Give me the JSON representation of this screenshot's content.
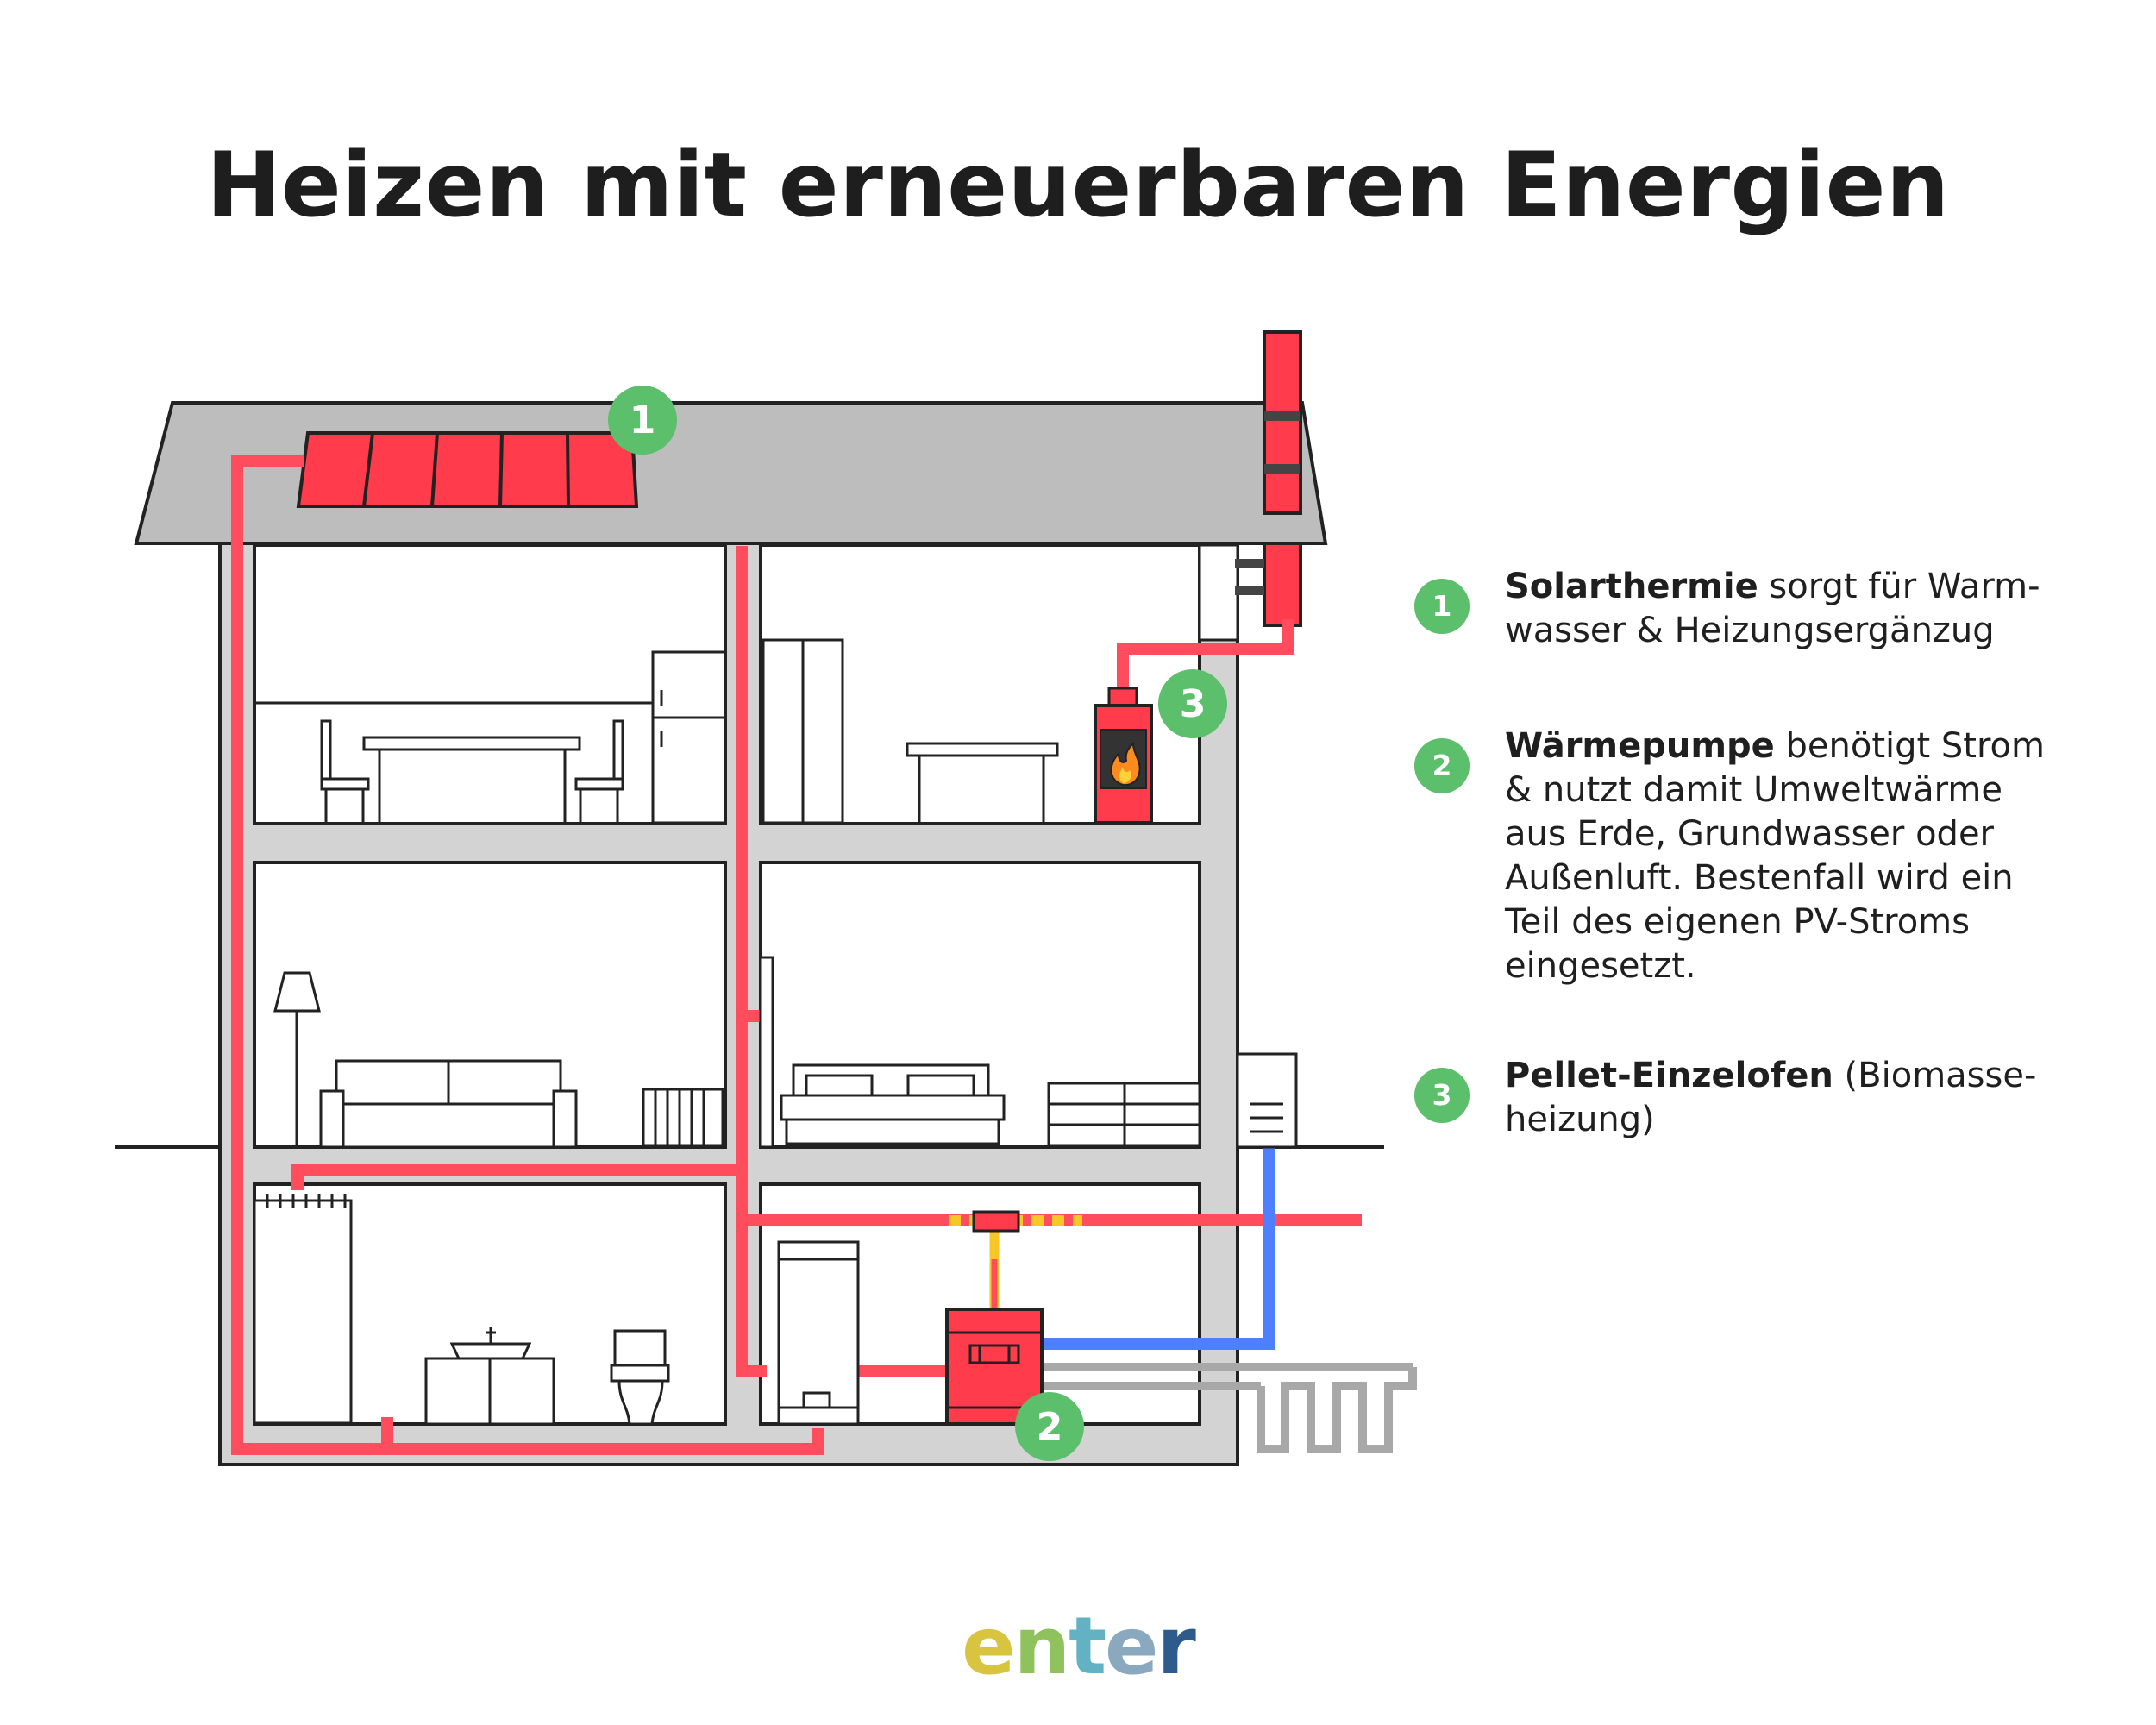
{
  "title": "Heizen mit erneuerbaren Energien",
  "colors": {
    "heat_pipe": "#ff4d5e",
    "device_red": "#ff3b4c",
    "cold_pipe": "#4d7fff",
    "wall_gray": "#d3d3d3",
    "roof_gray": "#bdbdbd",
    "badge_green": "#5cbf6b",
    "yellow": "#f7c72a"
  },
  "markers": [
    {
      "number": "1",
      "target": "solar-thermal-collector"
    },
    {
      "number": "2",
      "target": "heat-pump"
    },
    {
      "number": "3",
      "target": "pellet-stove"
    }
  ],
  "legend": [
    {
      "number": "1",
      "bold": "Solarthermie",
      "text": " sorgt für Warm-\nwasser & Heizungsergänzug"
    },
    {
      "number": "2",
      "bold": "Wärmepumpe",
      "text": " benötigt Strom\n& nutzt damit Umweltwärme\naus Erde, Grundwasser oder\nAußenluft. Bestenfall wird ein\nTeil des eigenen PV-Stroms\neingesetzt."
    },
    {
      "number": "3",
      "bold": "Pellet-Einzelofen",
      "text": " (Biomasse-\nheizung)"
    }
  ],
  "logo": {
    "letters": [
      "e",
      "n",
      "t",
      "e",
      "r"
    ],
    "colors": [
      "#d9c440",
      "#8fc25c",
      "#62b2c4",
      "#8aa9bf",
      "#2d5b8c"
    ]
  }
}
